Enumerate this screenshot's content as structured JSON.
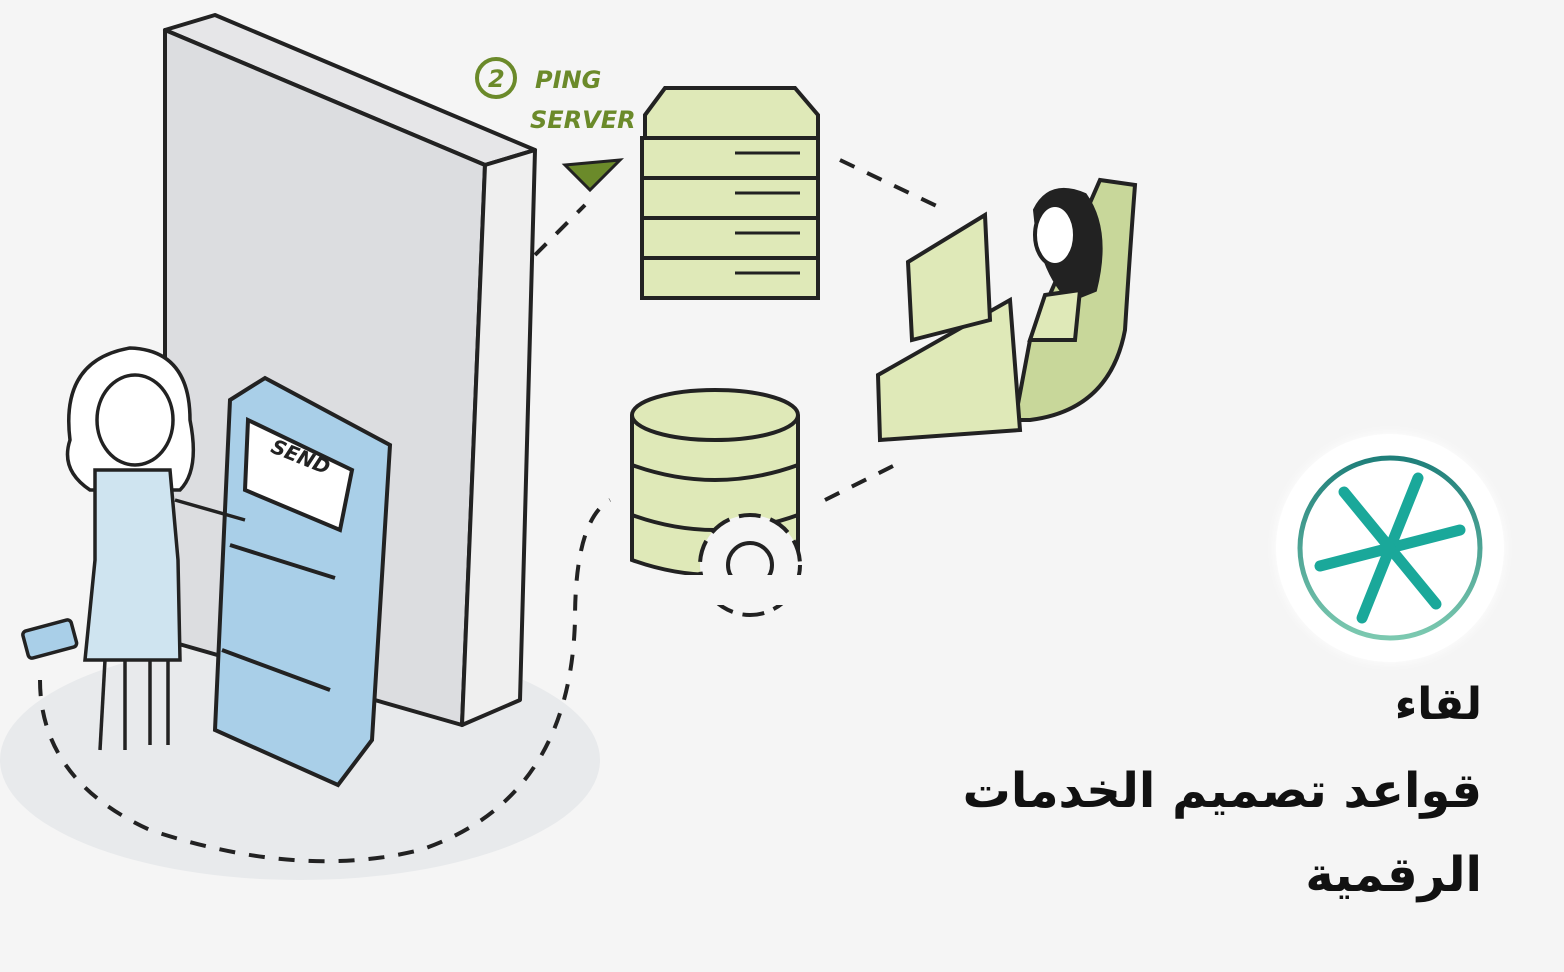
{
  "illustration": {
    "step_number": "2",
    "step_label_line1": "PING",
    "step_label_line2": "SERVER",
    "kiosk_button_label": "SEND"
  },
  "title": {
    "kicker": "لقاء",
    "line1": "قواعد تصميم الخدمات",
    "line2": "الرقمية"
  },
  "colors": {
    "background": "#f5f5f5",
    "accent_green": "#6b8a2a",
    "server_fill": "#dfe9b8",
    "kiosk_blue": "#a9cfe8",
    "logo_teal": "#1aa89a"
  }
}
